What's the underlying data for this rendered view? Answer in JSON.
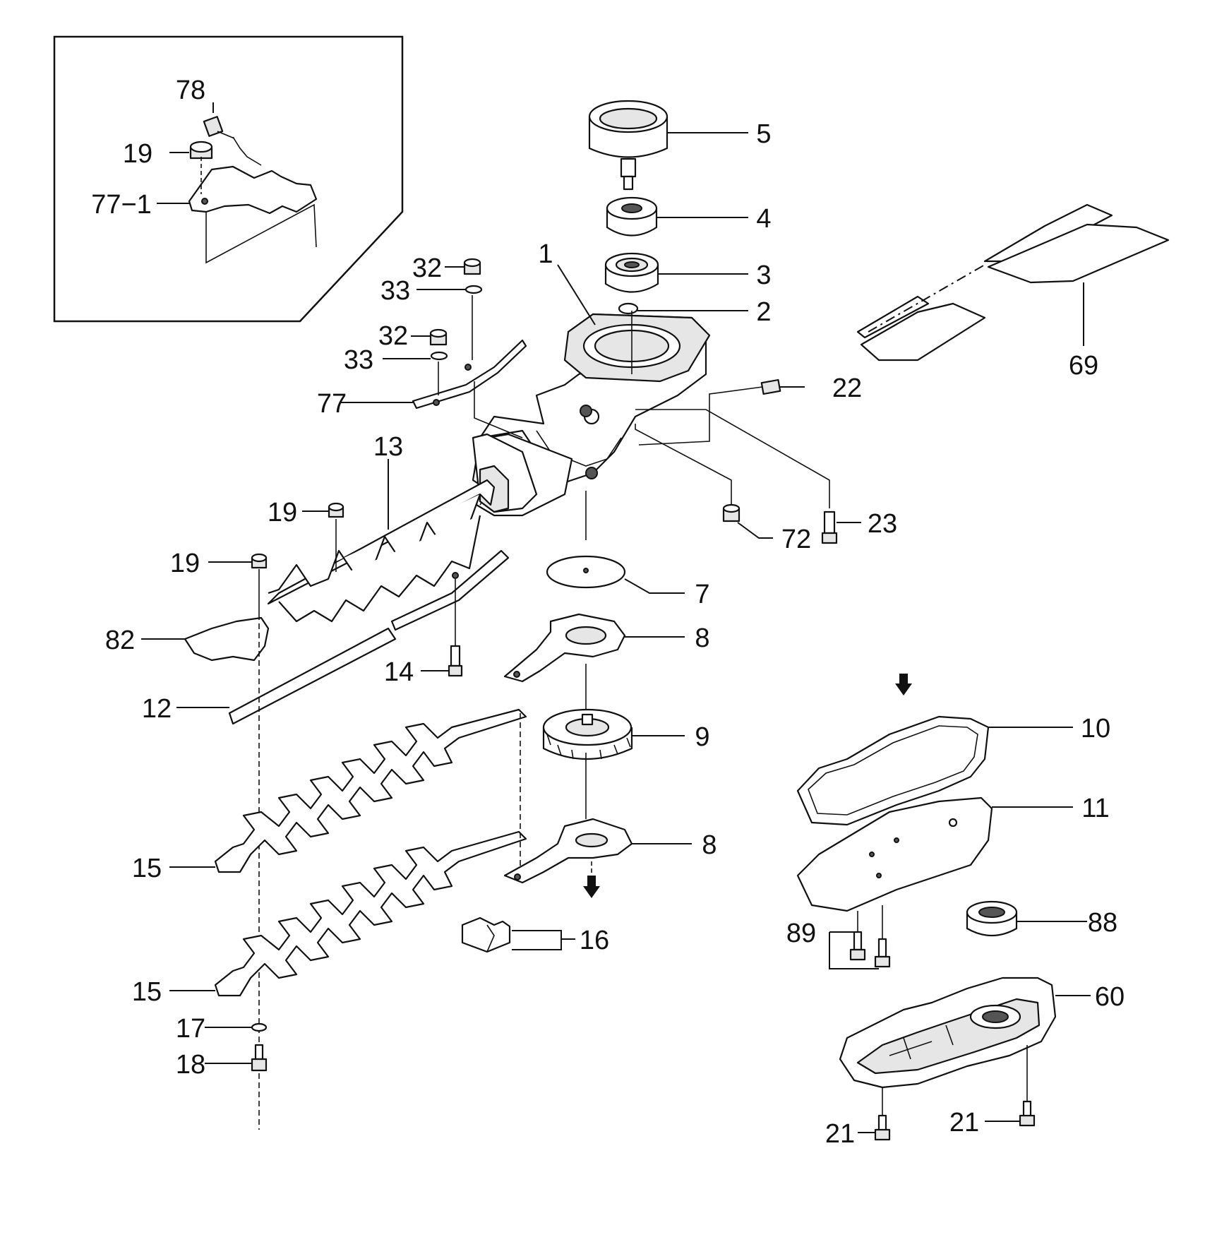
{
  "labels": {
    "p1": "1",
    "p2": "2",
    "p3": "3",
    "p4": "4",
    "p5": "5",
    "p7": "7",
    "p8a": "8",
    "p8b": "8",
    "p9": "9",
    "p10": "10",
    "p11": "11",
    "p12": "12",
    "p13": "13",
    "p14": "14",
    "p15a": "15",
    "p15b": "15",
    "p16": "16",
    "p17": "17",
    "p18": "18",
    "p19inset": "19",
    "p19a": "19",
    "p19b": "19",
    "p21a": "21",
    "p21b": "21",
    "p22": "22",
    "p23": "23",
    "p32a": "32",
    "p32b": "32",
    "p33a": "33",
    "p33b": "33",
    "p60": "60",
    "p69": "69",
    "p72": "72",
    "p77": "77",
    "p77_1": "77−1",
    "p78": "78",
    "p82": "82",
    "p88": "88",
    "p89": "89"
  }
}
